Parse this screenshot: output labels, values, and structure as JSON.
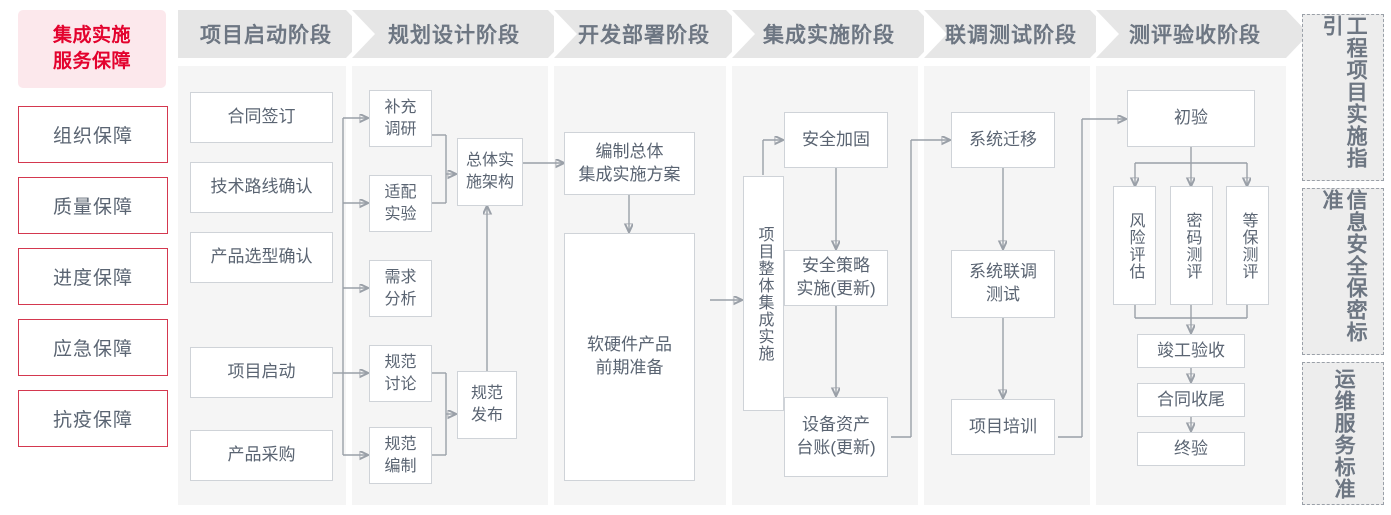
{
  "rail": {
    "title": "集成实施\n服务保障",
    "title_line1": "集成实施",
    "title_line2": "服务保障",
    "items": [
      {
        "label": "组织保障"
      },
      {
        "label": "质量保障"
      },
      {
        "label": "进度保障"
      },
      {
        "label": "应急保障"
      },
      {
        "label": "抗疫保障"
      }
    ]
  },
  "phases": [
    {
      "header": "项目启动阶段",
      "nodes": [
        {
          "label": "合同签订"
        },
        {
          "label": "技术路线确认"
        },
        {
          "label": "产品选型确认"
        },
        {
          "label": "项目启动"
        },
        {
          "label": "产品采购"
        }
      ]
    },
    {
      "header": "规划设计阶段",
      "nodes": [
        {
          "label": "补充\n调研",
          "l1": "补充",
          "l2": "调研"
        },
        {
          "label": "适配\n实验",
          "l1": "适配",
          "l2": "实验"
        },
        {
          "label": "需求\n分析",
          "l1": "需求",
          "l2": "分析"
        },
        {
          "label": "规范\n讨论",
          "l1": "规范",
          "l2": "讨论"
        },
        {
          "label": "规范\n编制",
          "l1": "规范",
          "l2": "编制"
        },
        {
          "label": "总体实\n施架构",
          "l1": "总体实",
          "l2": "施架构"
        },
        {
          "label": "规范\n发布",
          "l1": "规范",
          "l2": "发布"
        }
      ]
    },
    {
      "header": "开发部署阶段",
      "nodes": [
        {
          "label": "编制总体\n集成实施方案",
          "l1": "编制总体",
          "l2": "集成实施方案"
        },
        {
          "label": "软硬件产品\n前期准备",
          "l1": "软硬件产品",
          "l2": "前期准备"
        }
      ]
    },
    {
      "header": "集成实施阶段",
      "nodes": [
        {
          "label": "项目整体集成实施"
        },
        {
          "label": "安全加固"
        },
        {
          "label": "安全策略\n实施(更新)",
          "l1": "安全策略",
          "l2": "实施(更新)"
        },
        {
          "label": "设备资产\n台账(更新)",
          "l1": "设备资产",
          "l2": "台账(更新)"
        }
      ]
    },
    {
      "header": "联调测试阶段",
      "nodes": [
        {
          "label": "系统迁移"
        },
        {
          "label": "系统联调\n测试",
          "l1": "系统联调",
          "l2": "测试"
        },
        {
          "label": "项目培训"
        }
      ]
    },
    {
      "header": "测评验收阶段",
      "nodes": [
        {
          "label": "初验"
        },
        {
          "label": "风险评估"
        },
        {
          "label": "密码测评"
        },
        {
          "label": "等保测评"
        },
        {
          "label": "竣工验收"
        },
        {
          "label": "合同收尾"
        },
        {
          "label": "终验"
        }
      ]
    }
  ],
  "standards": [
    {
      "label": "工程项目实施指引",
      "col_right": "程目施引",
      "col_left": "工项实指"
    },
    {
      "label": "信息安全保密标准",
      "col_right": "息全密准",
      "col_left": "信安保标"
    },
    {
      "label": "运维服务标准",
      "col_right": "维务准",
      "col_left": "运服标"
    }
  ],
  "colors": {
    "accent_red": "#e3032e",
    "rail_head_bg": "#fce8ec",
    "rail_border": "#d4384f",
    "column_bg": "#f5f5f5",
    "header_bg": "#e6e6e6",
    "header_text": "#6d7682",
    "node_border": "#cfd3d8",
    "node_text": "#5a6472",
    "wire": "#9aa0a8"
  }
}
